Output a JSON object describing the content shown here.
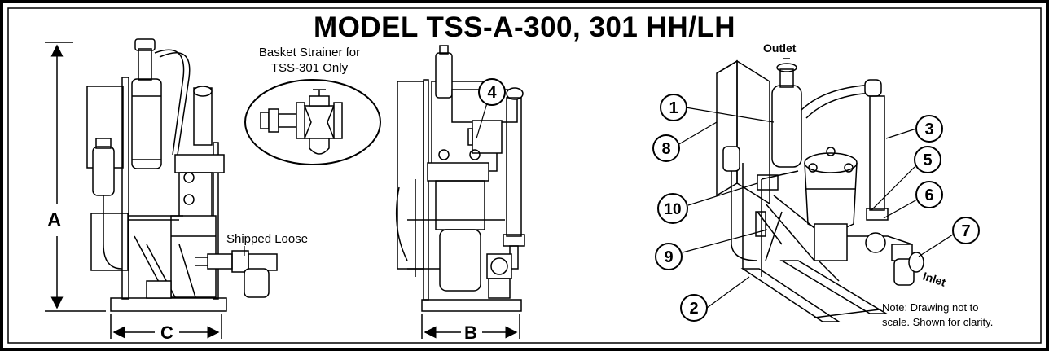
{
  "title": "MODEL TSS-A-300, 301 HH/LH",
  "strainer_callout": {
    "line1": "Basket Strainer for",
    "line2": "TSS-301 Only"
  },
  "labels": {
    "shipped_loose": "Shipped Loose",
    "outlet": "Outlet",
    "inlet": "Inlet",
    "note_line1": "Note: Drawing not to",
    "note_line2": "scale. Shown for clarity."
  },
  "dimensions": {
    "a": "A",
    "b": "B",
    "c": "C"
  },
  "callouts": [
    "1",
    "2",
    "3",
    "4",
    "5",
    "6",
    "7",
    "8",
    "9",
    "10"
  ]
}
